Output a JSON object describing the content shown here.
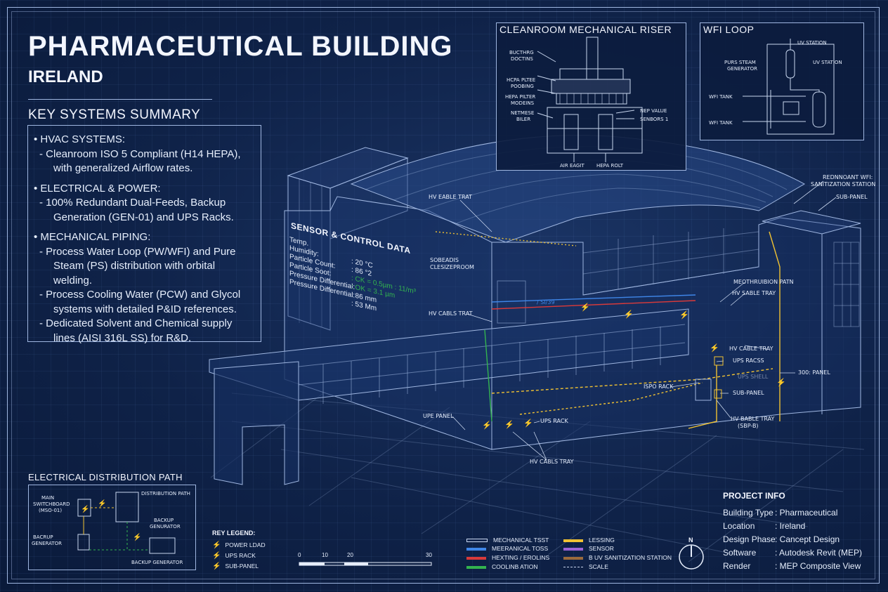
{
  "header": {
    "title": "PHARMACEUTICAL BUILDING",
    "subtitle": "IRELAND"
  },
  "key_systems": {
    "heading": "KEY SYSTEMS SUMMARY",
    "categories": [
      {
        "title": "• HVAC SYSTEMS:",
        "lines": [
          "- Cleanroom ISO 5 Compliant (H14 HEPA),",
          "with generalized Airflow rates."
        ]
      },
      {
        "title": "• ELECTRICAL & POWER:",
        "lines": [
          "- 100% Redundant Dual-Feeds, Backup",
          "Generation (GEN-01) and UPS Racks."
        ]
      },
      {
        "title": "• MECHANICAL PIPING:",
        "lines": [
          "- Process Water Loop (PW/WFI) and Pure",
          "Steam (PS) distribution with orbital welding.",
          "- Process Cooling Water (PCW) and Glycol",
          "systems with detailed P&ID references.",
          "- Dedicated Solvent and Chemical supply",
          "lines (AISI 316L SS) for R&D."
        ]
      }
    ]
  },
  "riser": {
    "title": "CLEANROOM MECHANICAL RISER",
    "labels": {
      "ducting_1": "BUCTHRG",
      "ducting_2": "DOCTINS",
      "hepa_1": "HCPA PLTEE",
      "hepa_2": "POOBING",
      "hepa_mod_1": "HEPA PILTER",
      "hepa_mod_2": "MODEINS",
      "riser_1": "NETMESE",
      "riser_2": "BILER",
      "valve": "NEP VALUE",
      "sensors": "SENBORS 1",
      "air_exit": "AIR EAGIT",
      "hepa_bolt": "HEPA ROLT"
    }
  },
  "wfi": {
    "title": "WFI LOOP",
    "labels": {
      "uv_top": "UV STATION",
      "uv_right": "UV STATION",
      "steam_1": "PURS STEAM",
      "steam_2": "GENERATOR",
      "tank_1": "WFI TANK",
      "tank_2": "WFI TANK"
    }
  },
  "sensor_panel": {
    "title": "SENSOR & CONTROL DATA",
    "rows": [
      {
        "k": "Temp.",
        "v": ""
      },
      {
        "k": "Humidity:",
        "v": ": 20 °C"
      },
      {
        "k": "Particle Count:",
        "v": ": 86 °2"
      },
      {
        "k": "Particle Soot:",
        "v": ": CK  = 0.5µm : 11/m³"
      },
      {
        "k": "Pressure Differential:",
        "v": ": OK  = 3.1 µm"
      },
      {
        "k": "Pressure Differential:",
        "v": ": 86 mm"
      },
      {
        "k": "",
        "v": ": 53 Mm"
      }
    ]
  },
  "callouts": {
    "hv_cable_tray_roof": "HV EABLE TRAT",
    "solenoids_1": "SOBEADIS",
    "solenoids_2": "CLESIZEPROOM",
    "hv_cable_tray_left": "HV CABLS TRAT",
    "ip_label": "/ SI/39",
    "redundant_1": "REDNNOANT WFI:",
    "redundant_2": "SANITIZATION STATION",
    "sub_panel_top": "SUB-PANEL",
    "mechanical_path": "MEOTHRUIBION PATN",
    "hv_sable_tray": "HV SABLE TRAY",
    "hv_cable_tray_right": "HV CABLE TRAY",
    "ups_racks": "UPS RACSS",
    "ups_shell": "UPS SHELL",
    "panel_300": "300: PANEL",
    "ispo_rack": "ISPO RACK",
    "sub_panel_mid": "SUB-PANEL",
    "hv_bable_1": "HV BABLE TRAY",
    "hv_bable_2": "(SBP-B)",
    "upe_panel": "UPE PANEL",
    "ups_rack": "UPS RACK",
    "hv_cabls_tray_bottom": "HV CABLS TRAY"
  },
  "electrical_path": {
    "title": "ELECTRICAL DISTRIBUTION PATH",
    "labels": {
      "main_1": "MAIN",
      "main_2": "SWITCHBOARD",
      "main_3": "(MSO-01)",
      "dist": "DISTRIBUTION PATH",
      "backup_1": "BACKUP",
      "backup_2": "GENURATOR",
      "backup_gen_1": "BACRUP",
      "backup_gen_2": "GENERATOR",
      "backup_bottom": "BACKUP GENERATOR"
    }
  },
  "legend": {
    "title": "REY LEGEND:",
    "items": [
      "POWER LDAD",
      "UPS RACK",
      "SUB-PANEL"
    ]
  },
  "scale": {
    "ticks": [
      "0",
      "10",
      "20",
      "30"
    ]
  },
  "line_legend": {
    "items": [
      {
        "label": "MECHANICAL TSST",
        "color": "#c8d6ee"
      },
      {
        "label": "MEERANICAL TOSS",
        "color": "#3f86e8"
      },
      {
        "label": "HEXTING / EROLINS",
        "color": "#d93a3a"
      },
      {
        "label": "COOLINB ATION",
        "color": "#33b44f"
      },
      {
        "label": "LESSING",
        "color": "#f1c232"
      },
      {
        "label": "SENSOR",
        "color": "#9b62d6"
      },
      {
        "label": "B UV SANITIZATION STATION",
        "color": "#9a6a3c"
      },
      {
        "label": "SCALE",
        "color": "dashed"
      }
    ]
  },
  "compass": {
    "label": "N"
  },
  "project_info": {
    "title": "PROJECT INFO",
    "rows": [
      {
        "k": "Building Type",
        "v": ": Pharmaceutical"
      },
      {
        "k": "Location",
        "v": ": Ireland"
      },
      {
        "k": "Design Phase",
        "v": ": Cancept Design"
      },
      {
        "k": "Software",
        "v": ": Autodesk Revit (MEP)"
      },
      {
        "k": "Render",
        "v": ": MEP Composite View"
      }
    ]
  },
  "colors": {
    "background": "#0f2248",
    "line": "#9fb6e0",
    "power": "#f1c232",
    "water": "#3f86e8",
    "heat": "#d93a3a",
    "cooling": "#33b44f"
  }
}
